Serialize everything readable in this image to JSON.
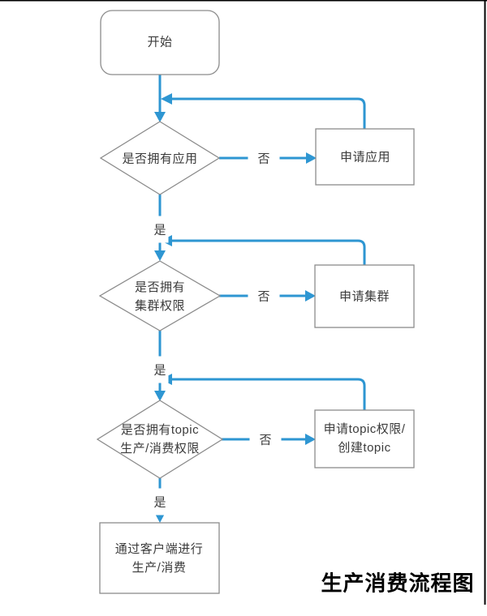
{
  "title": {
    "text": "生产消费流程图"
  },
  "colors": {
    "arrow": "#2e96d2",
    "shape_border": "#8c8c8c",
    "frame": "#000000"
  },
  "nodes": {
    "start": {
      "label": "开始"
    },
    "decision_app": {
      "label": "是否拥有应用"
    },
    "process_app": {
      "label": "申请应用"
    },
    "decision_cluster": {
      "label": "是否拥有\n集群权限"
    },
    "process_cluster": {
      "label": "申请集群"
    },
    "decision_topic": {
      "label": "是否拥有topic\n生产/消费权限"
    },
    "process_topic": {
      "label": "申请topic权限/\n创建topic"
    },
    "end": {
      "label": "通过客户端进行\n生产/消费"
    }
  },
  "edges": {
    "no_app": {
      "label": "否"
    },
    "yes_app": {
      "label": "是"
    },
    "no_cluster": {
      "label": "否"
    },
    "yes_cluster": {
      "label": "是"
    },
    "no_topic": {
      "label": "否"
    },
    "yes_topic": {
      "label": "是"
    }
  }
}
